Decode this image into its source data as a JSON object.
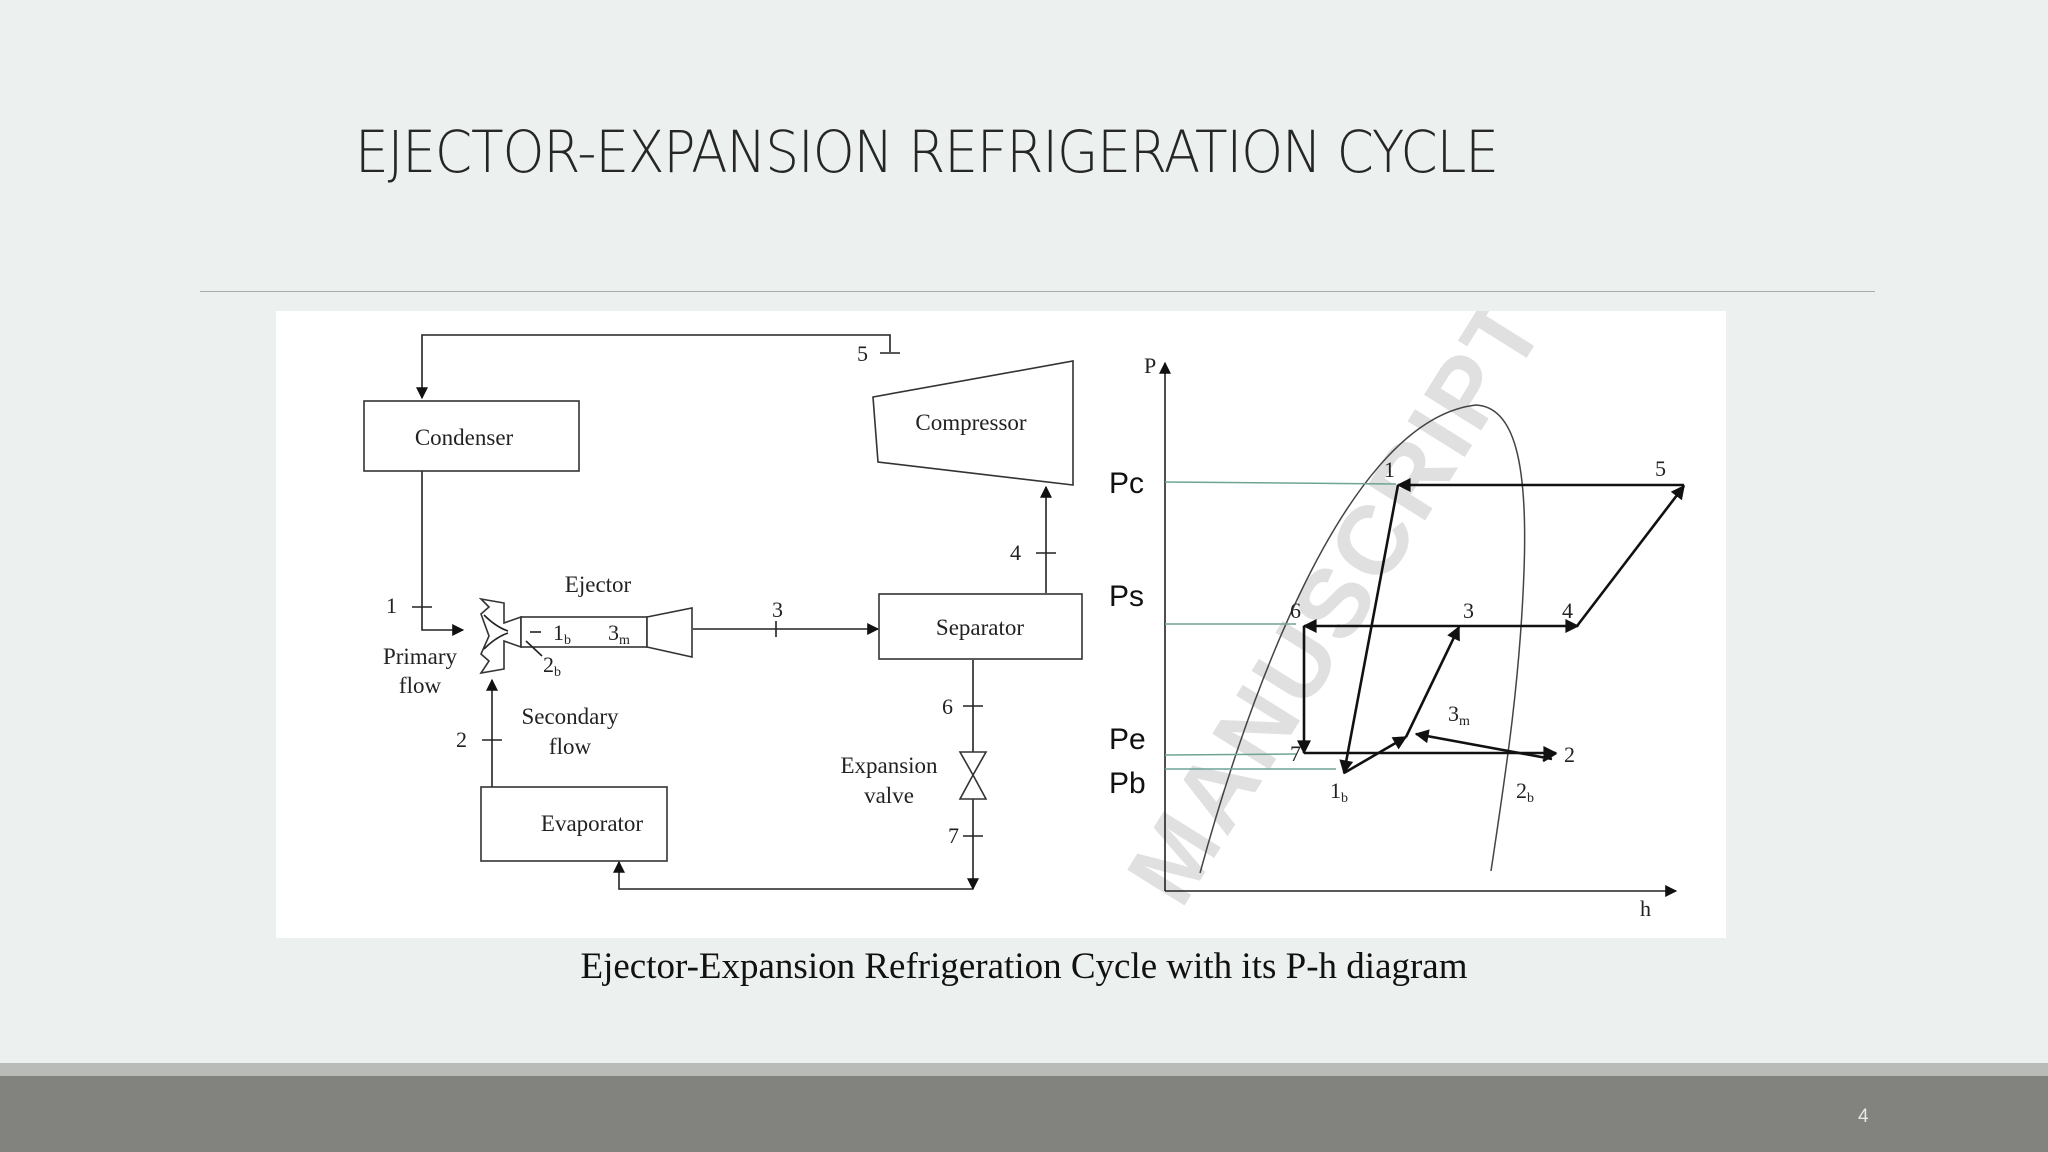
{
  "slide": {
    "title": "EJECTOR-EXPANSION REFRIGERATION CYCLE",
    "caption": "Ejector-Expansion Refrigeration Cycle with its P-h diagram",
    "page_number": "4"
  },
  "schematic": {
    "condenser": "Condenser",
    "compressor": "Compressor",
    "ejector": "Ejector",
    "separator": "Separator",
    "evaporator": "Evaporator",
    "expansion_valve_line1": "Expansion",
    "expansion_valve_line2": "valve",
    "primary_flow_line1": "Primary",
    "primary_flow_line2": "flow",
    "secondary_flow_line1": "Secondary",
    "secondary_flow_line2": "flow",
    "state_points": {
      "s1": "1",
      "s2": "2",
      "s3": "3",
      "s4": "4",
      "s5": "5",
      "s6": "6",
      "s7": "7",
      "s1b": "1",
      "s1b_sub": "b",
      "s2b": "2",
      "s2b_sub": "b",
      "s3m": "3",
      "s3m_sub": "m"
    }
  },
  "ph_diagram": {
    "y_axis": "P",
    "x_axis": "h",
    "pressure_labels": {
      "pc": "Pc",
      "ps": "Ps",
      "pe": "Pe",
      "pb": "Pb"
    },
    "state_points": {
      "p1": "1",
      "p2": "2",
      "p3": "3",
      "p4": "4",
      "p5": "5",
      "p6": "6",
      "p7": "7",
      "p1b": "1",
      "p1b_sub": "b",
      "p2b": "2",
      "p2b_sub": "b",
      "p3m": "3",
      "p3m_sub": "m"
    },
    "watermark": "MANUSCRIPT"
  },
  "colors": {
    "background": "#ecf0ee",
    "footer": "#82837e",
    "pressure_lines": "#6fa396"
  }
}
